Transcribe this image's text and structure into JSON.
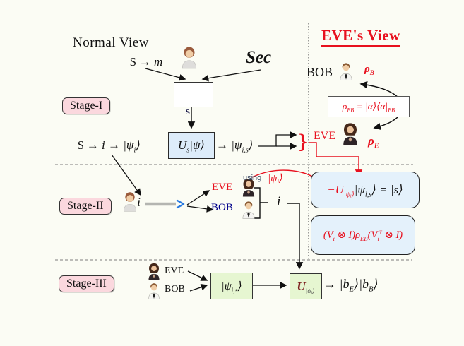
{
  "titles": {
    "normal_view": "Normal View",
    "eves_view": "EVE's View"
  },
  "stage_labels": {
    "one": "Stage-I",
    "two": "Stage-II",
    "three": "Stage-III"
  },
  "stage1": {
    "dollar_to_m": {
      "dollar": "$",
      "arrow": "→",
      "var": "m"
    },
    "secret": "Sec",
    "s_label": "s",
    "dollar_to_i": {
      "dollar": "$",
      "arrow1": "→",
      "var": "i",
      "arrow2": "→",
      "ket_pre": "|ψ",
      "ket_sub": "i",
      "ket_close": "⟩"
    },
    "us_box": {
      "u": "U",
      "u_sub": "s",
      "ket": "|ψ⟩"
    },
    "arrow_to": "→",
    "psi_is": {
      "pre": "|ψ",
      "sub": "i,s",
      "close": "⟩"
    },
    "brace": "}"
  },
  "eve_view": {
    "bob_label": "BOB",
    "rho_b": {
      "sym": "ρ",
      "sub": "B"
    },
    "rho_eb": {
      "sym": "ρ",
      "sub": "EB",
      "eq": "= |α⟩⟨α|",
      "sub2": "EB"
    },
    "eve_label": "EVE",
    "rho_e": {
      "sym": "ρ",
      "sub": "E"
    },
    "box1": {
      "u": "−U",
      "u_sub": "|ψᵢ⟩",
      "psi": "|ψ",
      "psi_sub": "i,s",
      "eq": "⟩ = |s⟩"
    },
    "box2": {
      "p1": "(V",
      "s1": "i",
      "p2": " ⊗ I)ρ",
      "s2": "EB",
      "p3": "(V",
      "s3": "i",
      "dag": "†",
      "p4": " ⊗ I)"
    }
  },
  "stage2": {
    "i_label": "i",
    "eve_label": "EVE",
    "bob_label": "BOB",
    "using": "using",
    "psi_i": {
      "pre": "|ψ",
      "sub": "i",
      "close": "⟩"
    },
    "i_mid": "i"
  },
  "stage3": {
    "eve_label": "EVE",
    "bob_label": "BOB",
    "psi_box": {
      "pre": "|ψ",
      "sub": "i,s",
      "close": "⟩"
    },
    "u_box": {
      "u": "U",
      "sub": "|ψᵢ⟩"
    },
    "result": {
      "arrow": "→ ",
      "b1": "|b",
      "s1": "E",
      "m1": "⟩|b",
      "s2": "B",
      "m2": "⟩"
    }
  },
  "icons": {
    "woman": "woman-icon",
    "eve": "eve-woman-icon",
    "bob": "bob-man-icon"
  },
  "colors": {
    "accent_red": "#e8101e",
    "blue_box_fill": "#e4f1fb",
    "green_box_fill": "#e6f6d1",
    "stage_badge_pink": "#fbd8de",
    "bob_navy": "#00008b",
    "script_u_maroon": "#7b1c1c"
  }
}
